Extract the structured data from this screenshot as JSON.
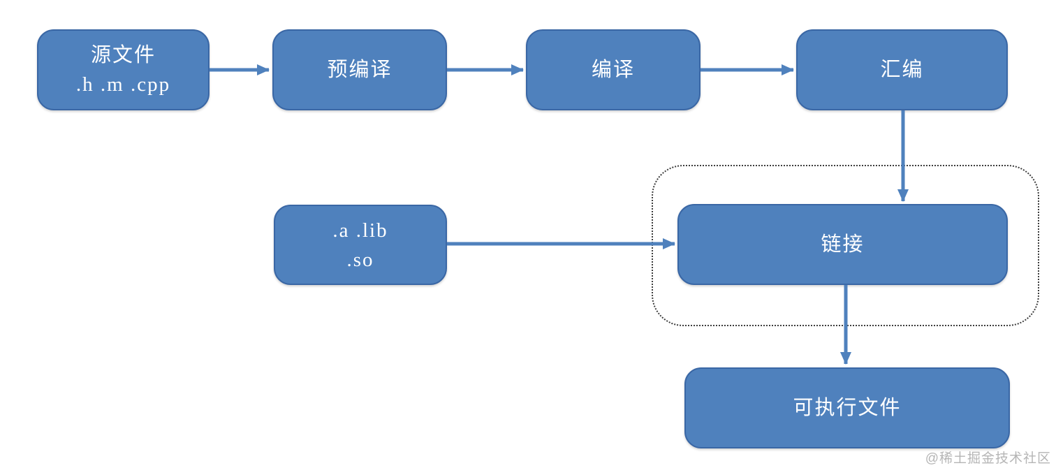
{
  "colors": {
    "background": "#ffffff",
    "node_fill": "#4f81bd",
    "node_border": "#3a67a5",
    "node_text": "#ffffff",
    "arrow": "#4f81bd",
    "group_outline": "#3d3d3d",
    "watermark": "#b5b5b5"
  },
  "nodes": {
    "source": {
      "line1": "源文件",
      "line2": ".h .m .cpp"
    },
    "precompile": {
      "label": "预编译"
    },
    "compile": {
      "label": "编译"
    },
    "assemble": {
      "label": "汇编"
    },
    "libraries": {
      "line1": ".a .lib",
      "line2": ".so"
    },
    "link": {
      "label": "链接"
    },
    "executable": {
      "label": "可执行文件"
    }
  },
  "edges": [
    {
      "from": "source",
      "to": "precompile"
    },
    {
      "from": "precompile",
      "to": "compile"
    },
    {
      "from": "compile",
      "to": "assemble"
    },
    {
      "from": "assemble",
      "to": "link"
    },
    {
      "from": "libraries",
      "to": "link"
    },
    {
      "from": "link",
      "to": "executable"
    }
  ],
  "watermark": {
    "text": "@稀土掘金技术社区"
  }
}
